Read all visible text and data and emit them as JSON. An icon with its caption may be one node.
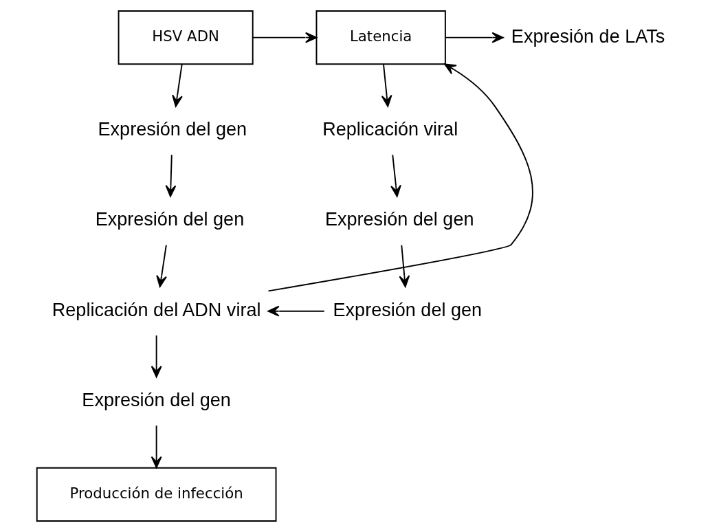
{
  "diagram": {
    "nodes": [
      {
        "text": [
          "HSV ADN"
        ]
      },
      {
        "text": [
          "Latencia"
        ]
      },
      {
        "text": [
          "Expresión de LATs"
        ]
      },
      {
        "text": [
          "Expresión del gen"
        ]
      },
      {
        "text": [
          "Expresión del gen"
        ]
      },
      {
        "text": [
          "Replicación del ADN viral"
        ]
      },
      {
        "text": [
          "Expresión del gen"
        ]
      },
      {
        "text": [
          "Producción de infección"
        ]
      },
      {
        "text": [
          "Replicación viral"
        ]
      },
      {
        "text": [
          "Expresión del gen"
        ]
      },
      {
        "text": [
          "Expresión del gen"
        ]
      }
    ],
    "edges": [
      {
        "from": 0,
        "to": 1,
        "arrow": "to"
      },
      {
        "from": 1,
        "to": 2,
        "arrow": "to"
      },
      {
        "from": 0,
        "to": 3,
        "arrow": "to"
      },
      {
        "from": 3,
        "to": 4,
        "arrow": "to"
      },
      {
        "from": 4,
        "to": 5,
        "arrow": "to"
      },
      {
        "from": 5,
        "to": 6,
        "arrow": "to"
      },
      {
        "from": 6,
        "to": 7,
        "arrow": "to"
      },
      {
        "from": 5,
        "to": 1,
        "arrow": "to"
      },
      {
        "from": 1,
        "to": 8,
        "arrow": "to"
      },
      {
        "from": 8,
        "to": 9,
        "arrow": "to"
      },
      {
        "from": 9,
        "to": 10,
        "arrow": "to"
      },
      {
        "from": 10,
        "to": 5,
        "arrow": "to"
      }
    ]
  }
}
